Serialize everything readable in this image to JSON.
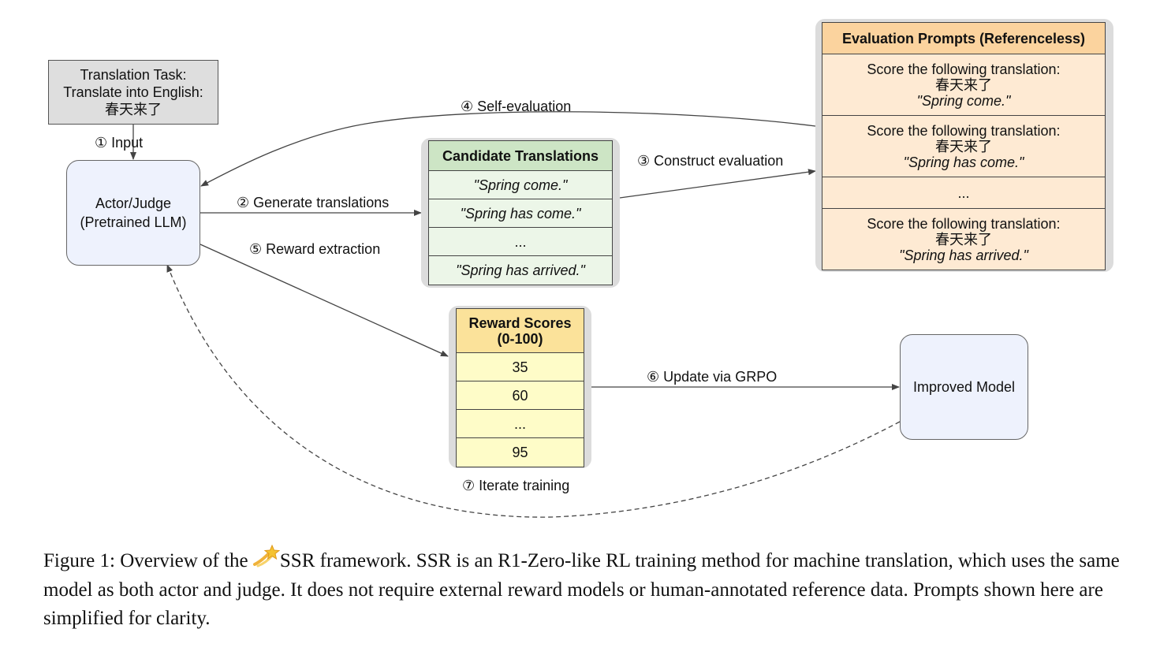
{
  "task": {
    "line1": "Translation Task:",
    "line2": "Translate into English:",
    "line3": "春天来了"
  },
  "actor": {
    "line1": "Actor/Judge",
    "line2": "(Pretrained LLM)"
  },
  "candidates": {
    "header": "Candidate Translations",
    "rows": [
      "\"Spring come.\"",
      "\"Spring has come.\"",
      "...",
      "\"Spring has arrived.\""
    ]
  },
  "evaluation": {
    "header": "Evaluation Prompts (Referenceless)",
    "prompt": "Score the following translation:",
    "source": "春天来了",
    "rows": [
      "\"Spring come.\"",
      "\"Spring has come.\"",
      "...",
      "\"Spring has arrived.\""
    ]
  },
  "reward": {
    "header_line1": "Reward Scores",
    "header_line2": "(0-100)",
    "rows": [
      "35",
      "60",
      "...",
      "95"
    ]
  },
  "improved": {
    "label": "Improved Model"
  },
  "edges": {
    "input": "① Input",
    "generate": "② Generate translations",
    "construct": "③ Construct evaluation",
    "self_eval": "④ Self-evaluation",
    "reward_extract": "⑤ Reward extraction",
    "update": "⑥ Update via GRPO",
    "iterate": "⑦ Iterate training"
  },
  "caption": {
    "prefix": "Figure 1: Overview of the ",
    "icon": "shooting-star-icon",
    "body": "SSR framework. SSR is an R1-Zero-like RL training method for machine translation, which uses the same model as both actor and judge. It does not require external reward models or human-annotated reference data. Prompts shown here are simplified for clarity."
  },
  "colors": {
    "task_fill": "#dedede",
    "model_fill": "#eef2fd",
    "candidate_header": "#cde5c5",
    "candidate_row": "#ecf6e8",
    "eval_header": "#fbd39e",
    "eval_row": "#feead3",
    "reward_header": "#fbe29a",
    "reward_row": "#fefcc8"
  }
}
